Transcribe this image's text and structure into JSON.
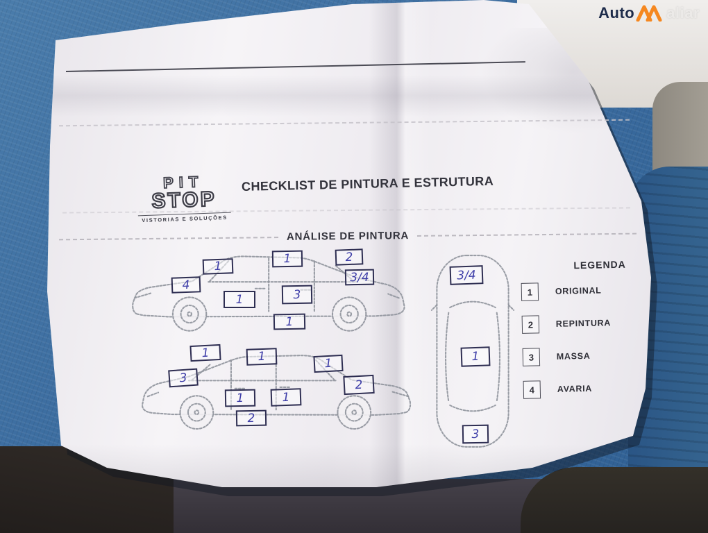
{
  "colors": {
    "ink": "#3d3da8",
    "brand_orange": "#f5871f",
    "paper": "#f3f1f4",
    "seat_blue": "#3c6da0"
  },
  "watermark": {
    "prefix": "Auto",
    "suffix": "aliar"
  },
  "form": {
    "logo": {
      "top": "PIT",
      "bottom": "STOP",
      "tagline": "VISTORIAS E SOLUÇÕES"
    },
    "title": "CHECKLIST DE PINTURA E ESTRUTURA",
    "section": {
      "title": "ANÁLISE DE PINTURA"
    },
    "legend": {
      "title": "LEGENDA",
      "items": [
        {
          "code": "1",
          "label": "ORIGINAL"
        },
        {
          "code": "2",
          "label": "REPINTURA"
        },
        {
          "code": "3",
          "label": "MASSA"
        },
        {
          "code": "4",
          "label": "AVARIA"
        }
      ]
    },
    "diagrams": {
      "side_top": {
        "marks": [
          "1",
          "1",
          "2",
          "3/4",
          "4",
          "1",
          "3",
          "1"
        ]
      },
      "side_bottom": {
        "marks": [
          "1",
          "1",
          "1",
          "3",
          "2",
          "1",
          "1",
          "2"
        ]
      },
      "top_view": {
        "marks": [
          "3/4",
          "1",
          "3"
        ]
      }
    }
  }
}
